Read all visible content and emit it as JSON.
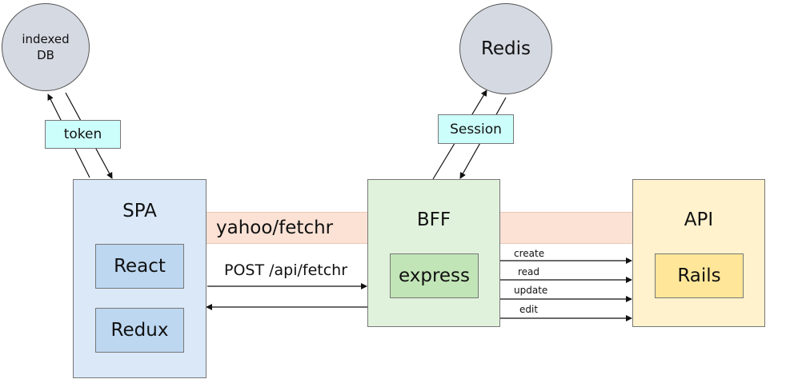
{
  "nodes": {
    "indexeddb": {
      "line1": "indexed",
      "line2": "DB"
    },
    "redis": {
      "label": "Redis"
    },
    "token": {
      "label": "token"
    },
    "session": {
      "label": "Session"
    },
    "spa": {
      "title": "SPA",
      "react": "React",
      "redux": "Redux"
    },
    "bff": {
      "title": "BFF",
      "express": "express"
    },
    "api": {
      "title": "API",
      "rails": "Rails"
    }
  },
  "bands": {
    "fetchr": "yahoo/fetchr"
  },
  "edges": {
    "post": "POST /api/fetchr",
    "create": "create",
    "read": "read",
    "update": "update",
    "edit": "edit"
  },
  "colors": {
    "spa_fill": "#dae8f8",
    "inner_blue": "#bdd7f1",
    "bff_fill": "#e1f2dc",
    "inner_green": "#c2e5b7",
    "api_fill": "#fff2cc",
    "inner_yellow": "#ffe699",
    "band": "#fbe2d5",
    "tag_cyan": "#ccfffb",
    "circle": "#d5d9e2"
  }
}
